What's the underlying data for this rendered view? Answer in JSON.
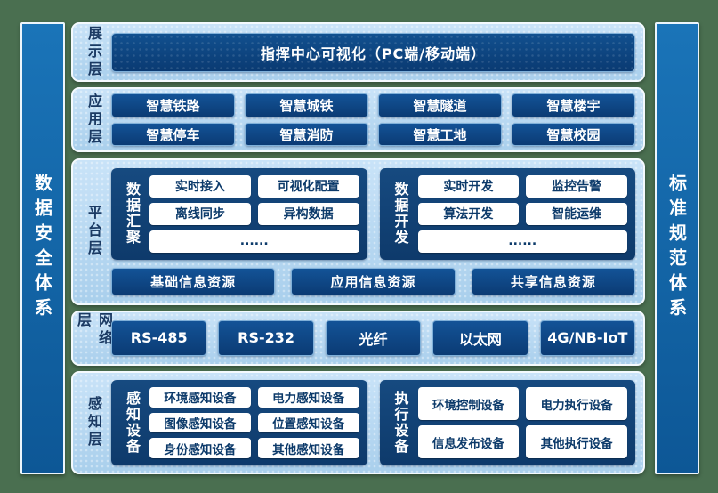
{
  "palette": {
    "page_bg": "#4a6f50",
    "row_bg": "#b3d8f2",
    "pillar_blue": "#1166a9",
    "box_navy": "#0f4a87",
    "white_box_text": "#0c3a6a"
  },
  "sidebar_left": {
    "label": "数据安全体系"
  },
  "sidebar_right": {
    "label": "标准规范体系"
  },
  "display_layer": {
    "label": "展示层",
    "box": "指挥中心可视化（PC端/移动端）"
  },
  "app_layer": {
    "label": "应用层",
    "boxes": [
      "智慧铁路",
      "智慧城铁",
      "智慧隧道",
      "智慧楼宇",
      "智慧停车",
      "智慧消防",
      "智慧工地",
      "智慧校园"
    ]
  },
  "platform_layer": {
    "label": "平台层",
    "groups": [
      {
        "label": "数据汇聚",
        "boxes": [
          "实时接入",
          "可视化配置",
          "离线同步",
          "异构数据"
        ],
        "more": "......"
      },
      {
        "label": "数据开发",
        "boxes": [
          "实时开发",
          "监控告警",
          "算法开发",
          "智能运维"
        ],
        "more": "......"
      }
    ],
    "resources": [
      "基础信息资源",
      "应用信息资源",
      "共享信息资源"
    ]
  },
  "network_layer": {
    "label": "网络层",
    "boxes": [
      "RS-485",
      "RS-232",
      "光纤",
      "以太网",
      "4G/NB-IoT"
    ]
  },
  "perception_layer": {
    "label": "感知层",
    "groups": [
      {
        "label": "感知设备",
        "boxes": [
          "环境感知设备",
          "电力感知设备",
          "图像感知设备",
          "位置感知设备",
          "身份感知设备",
          "其他感知设备"
        ]
      },
      {
        "label": "执行设备",
        "boxes": [
          "环境控制设备",
          "电力执行设备",
          "信息发布设备",
          "其他执行设备"
        ]
      }
    ]
  }
}
